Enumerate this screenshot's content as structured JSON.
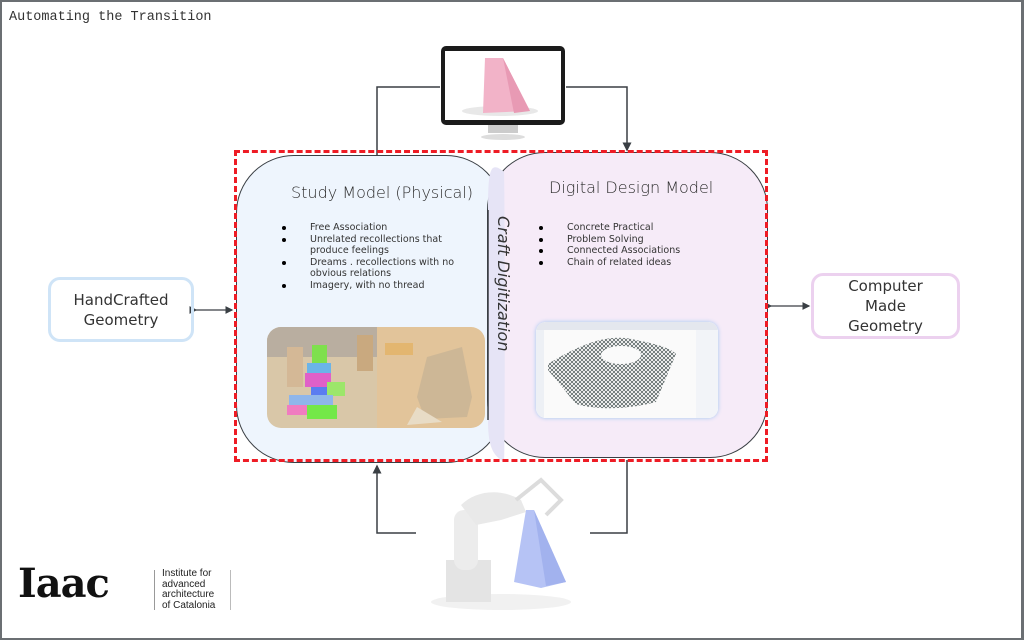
{
  "title": "Automating the Transition",
  "study_model": {
    "heading": "Study Model (Physical)",
    "bullets": [
      "Free Association",
      "Unrelated recollections that produce feelings",
      "Dreams . recollections with no obvious relations",
      "Imagery, with no thread"
    ],
    "image": "physical-study-model-photos"
  },
  "digital_model": {
    "heading": "Digital Design Model",
    "bullets": [
      "Concrete Practical",
      "Problem Solving",
      "Connected Associations",
      "Chain of related ideas"
    ],
    "image": "cad-gridshell-screenshot"
  },
  "overlap_label": "Craft Digitization",
  "left_node": {
    "line1": "HandCrafted",
    "line2": "Geometry"
  },
  "right_node": {
    "line1": "Computer",
    "line2": "Made",
    "line3": "Geometry"
  },
  "top_image": "monitor-with-pink-wedge",
  "bottom_image": "robot-arm-with-blue-wedge",
  "logo": {
    "mark": "Iaac",
    "text": "Institute for\nadvanced\narchitecture\nof Catalonia"
  },
  "colors": {
    "dashed_border": "#ee1c25",
    "study_fill": "#eef5fd",
    "digital_fill": "#f6ebf8",
    "hand_border": "#cfe4f7",
    "comp_border": "#ecd1ef",
    "connector": "#3a3f44"
  }
}
